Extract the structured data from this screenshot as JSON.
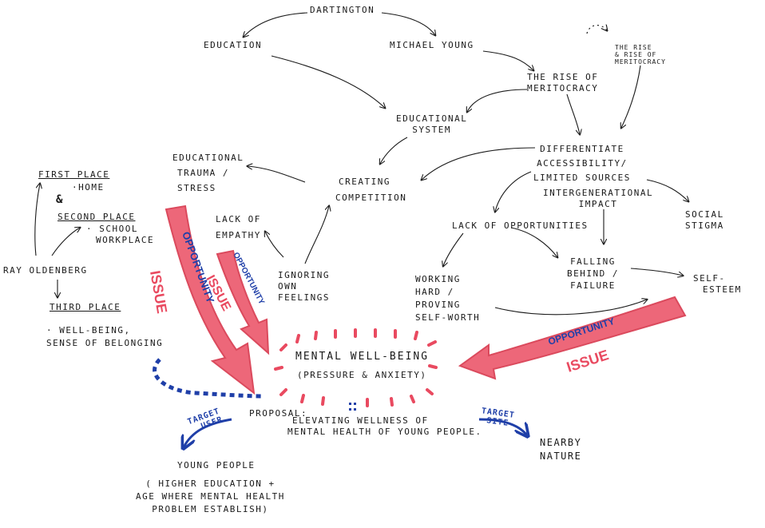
{
  "nodes": {
    "dartington": "DARTINGTON",
    "education": "EDUCATION",
    "michael_young": "MICHAEL YOUNG",
    "rise_small": [
      "THE RISE",
      "& RISE OF",
      "MERITOCRACY"
    ],
    "rise_meritocracy": [
      "THE RISE OF",
      "MERITOCRACY"
    ],
    "educational_system": [
      "EDUCATIONAL",
      "SYSTEM"
    ],
    "differentiate": [
      "DIFFERENTIATE",
      "ACCESSIBILITY/",
      "LIMITED SOURCES"
    ],
    "intergenerational": [
      "INTERGENERATIONAL",
      "IMPACT"
    ],
    "social_stigma": [
      "SOCIAL",
      "STIGMA"
    ],
    "lack_opportunities": "LACK OF OPPORTUNITIES",
    "falling_behind": [
      "FALLING",
      "BEHIND /",
      "FAILURE"
    ],
    "self_esteem": [
      "SELF-",
      "ESTEEM"
    ],
    "working_hard": [
      "WORKING",
      "HARD /",
      "PROVING",
      "SELF-WORTH"
    ],
    "creating_competition": [
      "CREATING",
      "COMPETITION"
    ],
    "educational_trauma": [
      "EDUCATIONAL",
      "TRAUMA /",
      "STRESS"
    ],
    "lack_empathy": [
      "LACK OF",
      "EMPATHY"
    ],
    "ignoring_feelings": [
      "IGNORING",
      "OWN",
      "FEELINGS"
    ],
    "first_place": "FIRST PLACE",
    "home": "·HOME",
    "second_place": "SECOND PLACE",
    "school_workplace": [
      "· SCHOOL",
      "WORKPLACE"
    ],
    "ray_oldenburg": "RAY OLDENBERG",
    "third_place": "THIRD PLACE",
    "third_place_desc": [
      "· WELL-BEING,",
      "SENSE OF BELONGING"
    ],
    "mental_wellbeing": "MENTAL WELL-BEING",
    "pressure_anxiety": "(PRESSURE & ANXIETY)",
    "proposal": "PROPOSAL:",
    "proposal_text": [
      "ELEVATING WELLNESS OF",
      "MENTAL HEALTH OF YOUNG PEOPLE."
    ],
    "target_user": [
      "TARGET",
      "USER"
    ],
    "young_people": "YOUNG PEOPLE",
    "young_people_desc": [
      "( HIGHER EDUCATION +",
      "AGE WHERE MENTAL HEALTH",
      "PROBLEM ESTABLISH)"
    ],
    "target_site": [
      "TARGET",
      "SITE"
    ],
    "nearby_nature": [
      "NEARBY",
      "NATURE"
    ]
  },
  "labels": {
    "opportunity": "OPPORTUNITY",
    "issue": "ISSUE"
  },
  "colors": {
    "ink": "#1a1a1a",
    "marker_red": "#e94a60",
    "marker_blue": "#1f3fa8"
  }
}
